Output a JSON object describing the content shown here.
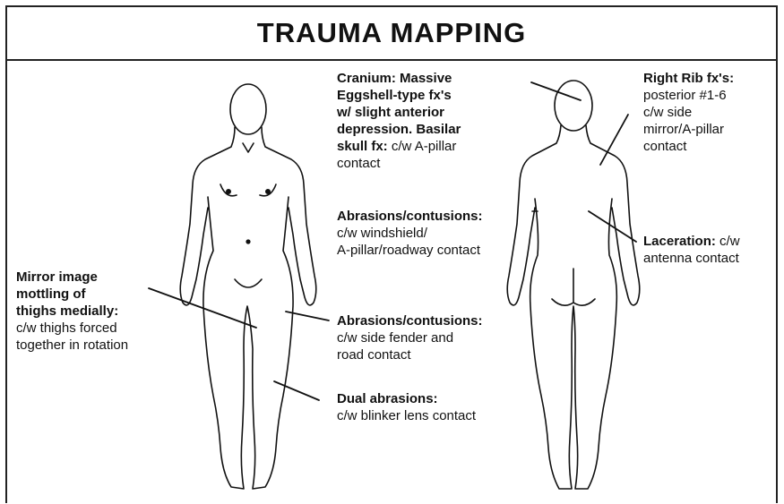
{
  "title": "TRAUMA MAPPING",
  "annotations": {
    "cranium": {
      "lines": [
        {
          "text": "Cranium: Massive",
          "bold": true
        },
        {
          "text": "Eggshell-type fx's",
          "bold": true
        },
        {
          "text": "w/ slight anterior",
          "bold": true
        },
        {
          "text": "depression. Basilar",
          "bold": true
        },
        {
          "text": "skull fx:",
          "bold": true
        },
        {
          "text": "c/w A-pillar",
          "bold": false
        },
        {
          "text": "contact",
          "bold": false
        }
      ]
    },
    "right_rib": {
      "heading_1": "Right Rib fx's:",
      "line_2": "posterior #1-6",
      "line_3": "c/w side",
      "line_4": "mirror/A-pillar",
      "line_5": "contact"
    },
    "abrasions_upper": {
      "heading": "Abrasions/contusions:",
      "line_2": "c/w windshield/",
      "line_3": "A-pillar/roadway contact"
    },
    "laceration": {
      "heading": "Laceration:",
      "line_1_rest": "c/w",
      "line_2": "antenna contact"
    },
    "mirror_image": {
      "line_1": "Mirror image",
      "line_2": "mottling of",
      "line_3": "thighs medially:",
      "line_4": "c/w thighs forced",
      "line_5": "together in rotation"
    },
    "abrasions_lower": {
      "heading": "Abrasions/contusions:",
      "line_2": "c/w side fender and",
      "line_3": "road contact"
    },
    "dual_abrasions": {
      "heading": "Dual abrasions:",
      "line_2": "c/w blinker lens contact"
    }
  },
  "figures": {
    "front": "anterior-body-outline",
    "back": "posterior-body-outline"
  }
}
